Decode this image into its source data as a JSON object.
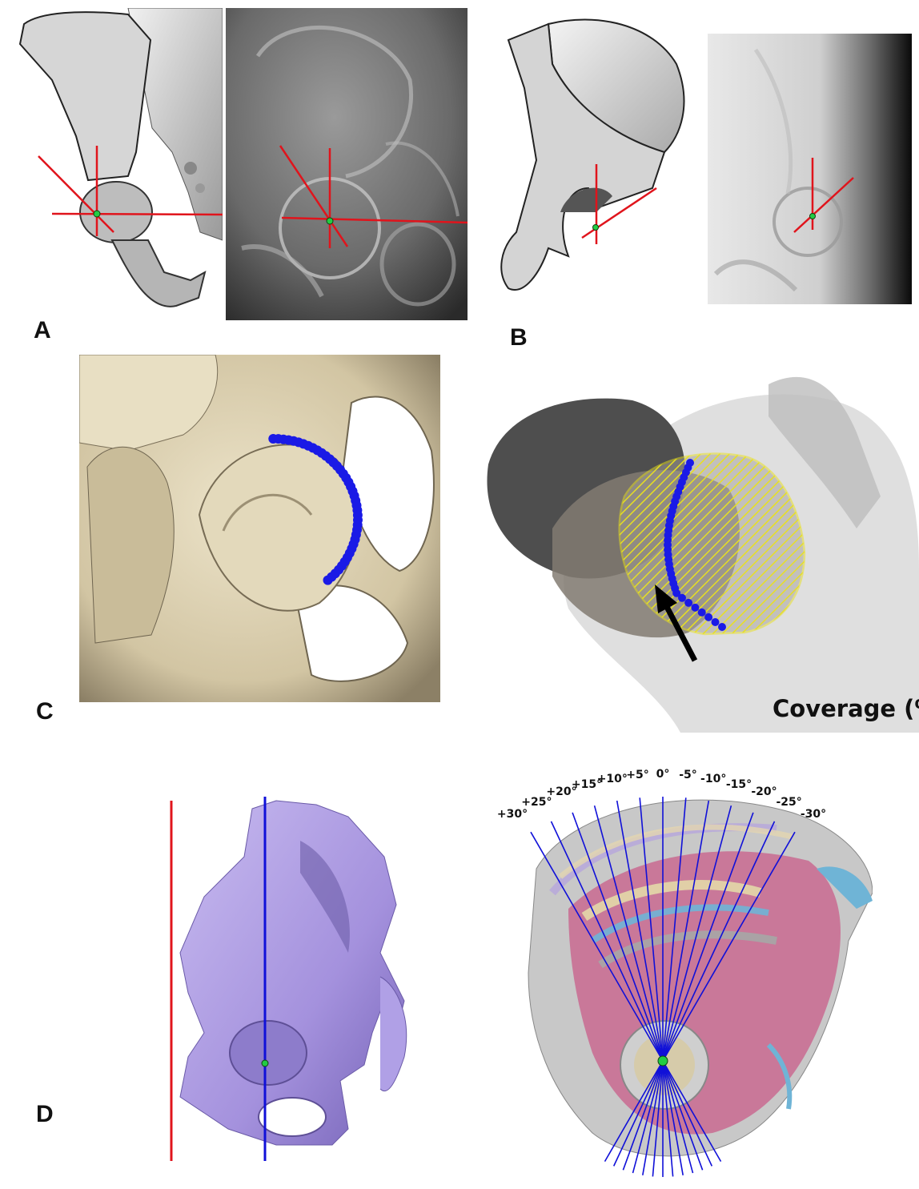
{
  "figure": {
    "panel_labels": {
      "a": "A",
      "b": "B",
      "c": "C",
      "d": "D"
    },
    "coverage_label": "Coverage (%)",
    "angle_labels": [
      "+30°",
      "+25°",
      "+20°",
      "+15°",
      "+10°",
      "+5°",
      "0°",
      "-5°",
      "-10°",
      "-15°",
      "-20°",
      "-25°",
      "-30°"
    ],
    "angles_deg": [
      30,
      25,
      20,
      15,
      10,
      5,
      0,
      -5,
      -10,
      -15,
      -20,
      -25,
      -30
    ],
    "colors": {
      "reference_line": "#e0141c",
      "axis_line": "#1010d8",
      "center_point": "#22cc44",
      "rim_points": "#1a1ae6",
      "coverage_hatch": "#e8e020",
      "bone_tan": "#d9cfb3",
      "pelvis_purple": "#a996e0",
      "xray_gray": "#6b6b6b"
    }
  }
}
